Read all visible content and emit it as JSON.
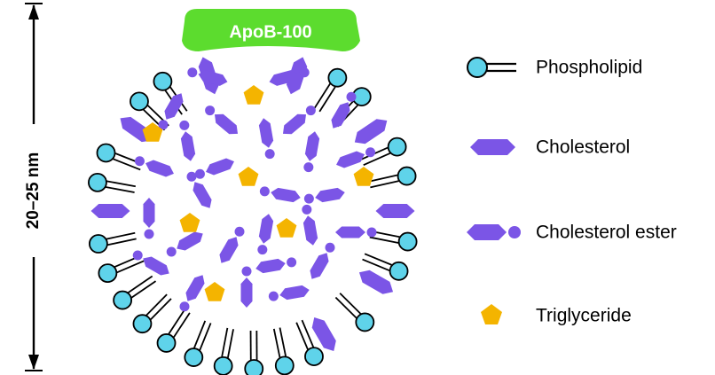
{
  "scale": {
    "label": "20–25 nm"
  },
  "protein": {
    "label": "ApoB-100"
  },
  "legend": {
    "items": [
      {
        "key": "phospholipid",
        "label": "Phospholipid",
        "icon": "phospholipid-icon"
      },
      {
        "key": "cholesterol",
        "label": "Cholesterol",
        "icon": "cholesterol-icon"
      },
      {
        "key": "cholesterol_ester",
        "label": "Cholesterol ester",
        "icon": "cholesterol-ester-icon"
      },
      {
        "key": "triglyceride",
        "label": "Triglyceride",
        "icon": "triglyceride-icon"
      }
    ]
  },
  "colors": {
    "phospholipid_head": "#5fd3ea",
    "protein": "#5cdc2e",
    "cholesterol": "#7b55e6",
    "triglyceride": "#f4b400",
    "outline": "#000000",
    "label_on_protein": "#ffffff"
  }
}
